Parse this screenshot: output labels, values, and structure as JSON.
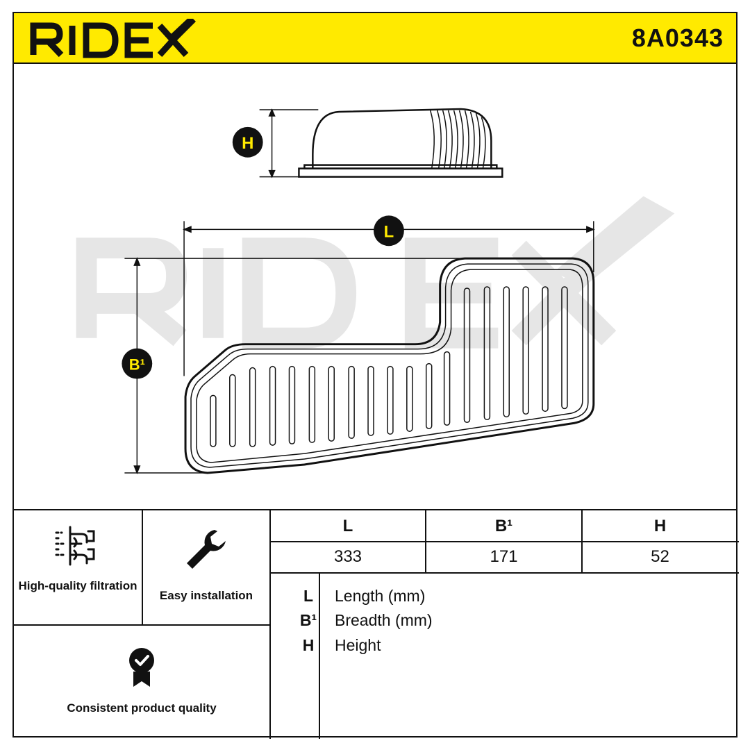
{
  "header": {
    "brand": "RIDEX",
    "part_number": "8A0343"
  },
  "colors": {
    "accent": "#ffea00",
    "ink": "#111111",
    "watermark": "#e6e6e6"
  },
  "drawing": {
    "labels": {
      "height": "H",
      "length": "L",
      "breadth": "B¹"
    }
  },
  "features": [
    {
      "label": "High-quality filtration",
      "icon": "filter-layers-icon"
    },
    {
      "label": "Easy installation",
      "icon": "wrench-icon"
    },
    {
      "label": "Consistent product quality",
      "icon": "quality-badge-icon"
    }
  ],
  "dimensions": {
    "headers": [
      "L",
      "B¹",
      "H"
    ],
    "values": [
      "333",
      "171",
      "52"
    ]
  },
  "legend": [
    {
      "key": "L",
      "desc": "Length (mm)"
    },
    {
      "key": "B¹",
      "desc": "Breadth (mm)"
    },
    {
      "key": "H",
      "desc": "Height"
    }
  ]
}
